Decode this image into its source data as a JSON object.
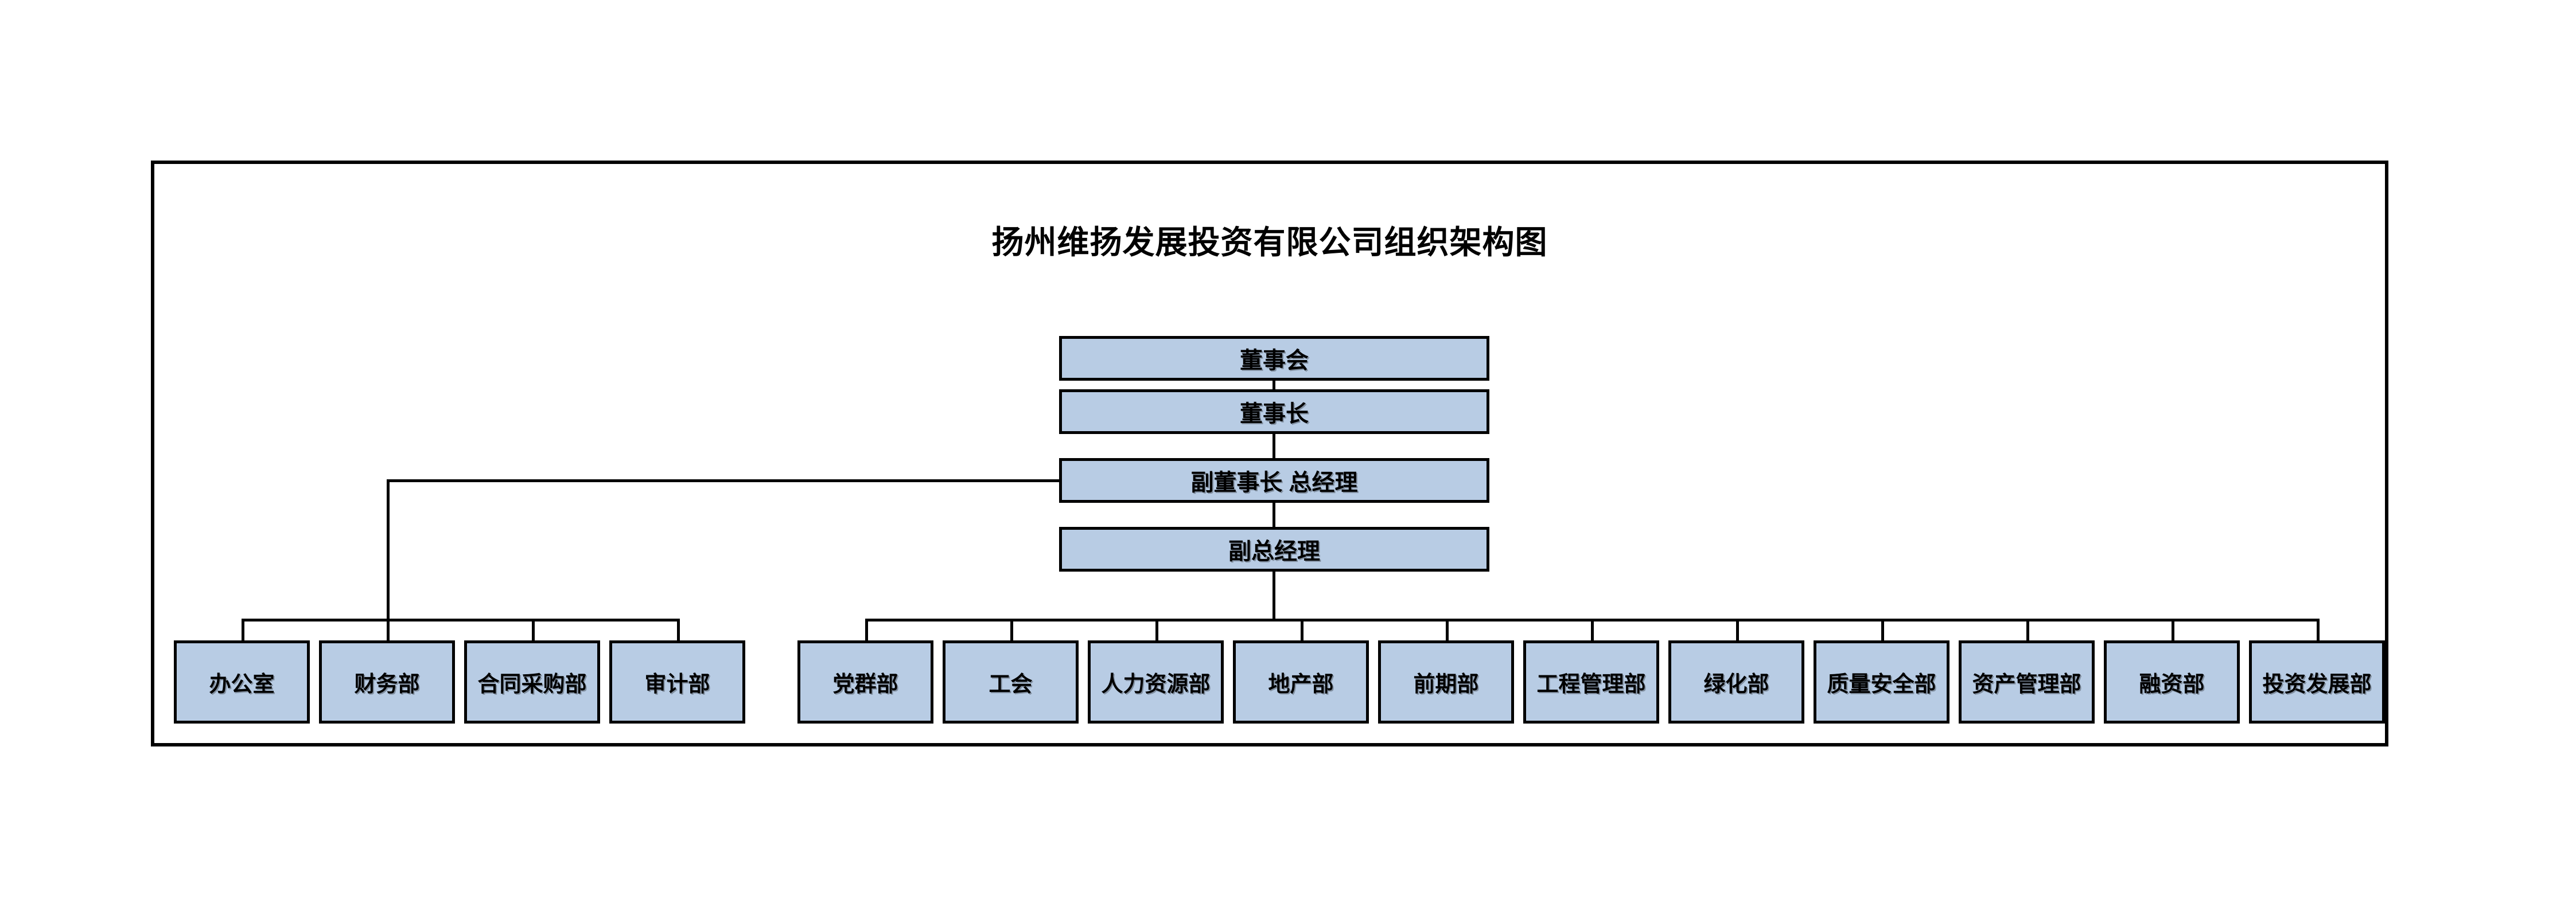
{
  "chart": {
    "title": "扬州维扬发展投资有限公司组织架构图",
    "type": "org-chart",
    "colors": {
      "node_fill": "#b8cce4",
      "node_border": "#000000",
      "frame_border": "#000000",
      "background": "#ffffff",
      "text": "#000000"
    }
  },
  "executive_nodes": [
    {
      "id": "board",
      "label": "董事会"
    },
    {
      "id": "chairman",
      "label": "董事长"
    },
    {
      "id": "vice-chair-gm",
      "label": "副董事长 总经理"
    },
    {
      "id": "deputy-gm",
      "label": "副总经理"
    }
  ],
  "departments": {
    "group_left": [
      {
        "id": "office",
        "label": "办公室"
      },
      {
        "id": "finance",
        "label": "财务部"
      },
      {
        "id": "procurement",
        "label": "合同采购部"
      },
      {
        "id": "audit",
        "label": "审计部"
      }
    ],
    "group_right": [
      {
        "id": "party-mass",
        "label": "党群部"
      },
      {
        "id": "labor-union",
        "label": "工会"
      },
      {
        "id": "human-resources",
        "label": "人力资源部"
      },
      {
        "id": "real-estate",
        "label": "地产部"
      },
      {
        "id": "preliminary",
        "label": "前期部"
      },
      {
        "id": "engineering-mgmt",
        "label": "工程管理部"
      },
      {
        "id": "landscaping",
        "label": "绿化部"
      },
      {
        "id": "quality-safety",
        "label": "质量安全部"
      },
      {
        "id": "asset-mgmt",
        "label": "资产管理部"
      },
      {
        "id": "financing",
        "label": "融资部"
      },
      {
        "id": "investment-dev",
        "label": "投资发展部"
      }
    ]
  },
  "hierarchy": {
    "board_to_chairman": "董事会 → 董事长",
    "chairman_to_vice": "董事长 → 副董事长 总经理",
    "vice_to_deputy": "副董事长 总经理 → 副总经理",
    "vice_to_left_group": "副董事长 总经理 → 办公室 / 财务部 / 合同采购部 / 审计部",
    "deputy_to_right_group": "副总经理 → 党群部 … 投资发展部"
  }
}
